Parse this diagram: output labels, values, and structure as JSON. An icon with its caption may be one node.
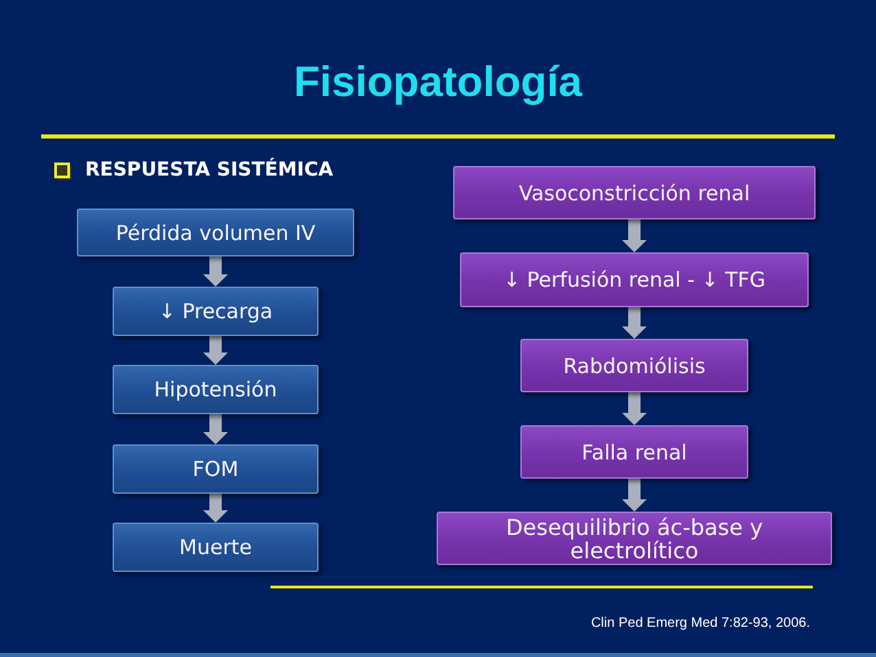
{
  "diagram": {
    "title": "Fisiopatología",
    "nodes": [
      {
        "text": [
          "Pérdida volumen IV"
        ]
      },
      {
        "text": [
          "↓ Precarga"
        ]
      },
      {
        "text": [
          "Hipotensión"
        ]
      },
      {
        "text": [
          "FOM"
        ]
      },
      {
        "text": [
          "Muerte"
        ]
      },
      {
        "text": [
          "Vasoconstricción renal"
        ]
      },
      {
        "text": [
          "↓ Perfusión renal - ↓ TFG"
        ]
      },
      {
        "text": [
          "Rabdomiólisis"
        ]
      },
      {
        "text": [
          "Falla renal"
        ]
      },
      {
        "text": [
          "Desequilibrio ác-base y electrolítico"
        ]
      }
    ],
    "edges": [
      {
        "from": 0,
        "to": 1,
        "arrow": "to"
      },
      {
        "from": 1,
        "to": 2,
        "arrow": "to"
      },
      {
        "from": 2,
        "to": 3,
        "arrow": "to"
      },
      {
        "from": 3,
        "to": 4,
        "arrow": "to"
      },
      {
        "from": 5,
        "to": 6,
        "arrow": "to"
      },
      {
        "from": 6,
        "to": 7,
        "arrow": "to"
      },
      {
        "from": 7,
        "to": 8,
        "arrow": "to"
      },
      {
        "from": 8,
        "to": 9,
        "arrow": "to"
      }
    ],
    "labels": [
      "RESPUESTA SISTÉMICA",
      "Clin Ped Emerg Med 7:82-93, 2006."
    ]
  }
}
